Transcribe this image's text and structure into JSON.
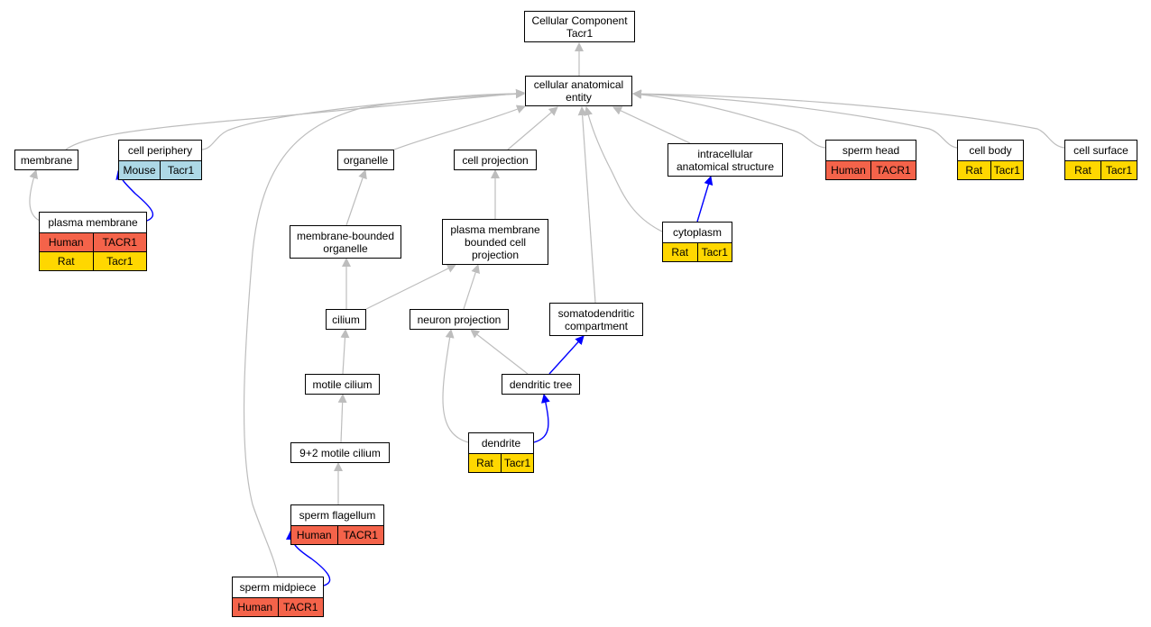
{
  "colors": {
    "human": "#f4634a",
    "rat": "#ffd700",
    "mouse": "#add8e6",
    "edge_gray": "#bdbdbd",
    "edge_blue": "#0000ff"
  },
  "nodes": {
    "root": {
      "label": "Cellular Component\nTacr1"
    },
    "cae": {
      "label": "cellular anatomical\nentity"
    },
    "membrane": {
      "label": "membrane"
    },
    "cell_periphery": {
      "label": "cell periphery",
      "rows": [
        {
          "species": "Mouse",
          "gene": "Tacr1",
          "color": "mouse"
        }
      ]
    },
    "organelle": {
      "label": "organelle"
    },
    "cell_projection": {
      "label": "cell projection"
    },
    "intracellular": {
      "label": "intracellular\nanatomical structure"
    },
    "sperm_head": {
      "label": "sperm head",
      "rows": [
        {
          "species": "Human",
          "gene": "TACR1",
          "color": "human"
        }
      ]
    },
    "cell_body": {
      "label": "cell body",
      "rows": [
        {
          "species": "Rat",
          "gene": "Tacr1",
          "color": "rat"
        }
      ]
    },
    "cell_surface": {
      "label": "cell surface",
      "rows": [
        {
          "species": "Rat",
          "gene": "Tacr1",
          "color": "rat"
        }
      ]
    },
    "plasma_membrane": {
      "label": "plasma membrane",
      "rows": [
        {
          "species": "Human",
          "gene": "TACR1",
          "color": "human"
        },
        {
          "species": "Rat",
          "gene": "Tacr1",
          "color": "rat"
        }
      ]
    },
    "membrane_bounded_organelle": {
      "label": "membrane-bounded\norganelle"
    },
    "pm_bounded_cell_projection": {
      "label": "plasma membrane\nbounded cell\nprojection"
    },
    "cytoplasm": {
      "label": "cytoplasm",
      "rows": [
        {
          "species": "Rat",
          "gene": "Tacr1",
          "color": "rat"
        }
      ]
    },
    "cilium": {
      "label": "cilium"
    },
    "neuron_projection": {
      "label": "neuron projection"
    },
    "somatodendritic": {
      "label": "somatodendritic\ncompartment"
    },
    "motile_cilium": {
      "label": "motile cilium"
    },
    "dendritic_tree": {
      "label": "dendritic tree"
    },
    "nine_two_motile_cilium": {
      "label": "9+2 motile cilium"
    },
    "dendrite": {
      "label": "dendrite",
      "rows": [
        {
          "species": "Rat",
          "gene": "Tacr1",
          "color": "rat"
        }
      ]
    },
    "sperm_flagellum": {
      "label": "sperm flagellum",
      "rows": [
        {
          "species": "Human",
          "gene": "TACR1",
          "color": "human"
        }
      ]
    },
    "sperm_midpiece": {
      "label": "sperm midpiece",
      "rows": [
        {
          "species": "Human",
          "gene": "TACR1",
          "color": "human"
        }
      ]
    }
  },
  "edges": [
    {
      "from": "cae",
      "to": "root",
      "kind": "is_a"
    },
    {
      "from": "membrane",
      "to": "cae",
      "kind": "is_a"
    },
    {
      "from": "cell_periphery",
      "to": "cae",
      "kind": "is_a"
    },
    {
      "from": "organelle",
      "to": "cae",
      "kind": "is_a"
    },
    {
      "from": "cell_projection",
      "to": "cae",
      "kind": "is_a"
    },
    {
      "from": "intracellular",
      "to": "cae",
      "kind": "is_a"
    },
    {
      "from": "sperm_head",
      "to": "cae",
      "kind": "is_a"
    },
    {
      "from": "cell_body",
      "to": "cae",
      "kind": "is_a"
    },
    {
      "from": "cell_surface",
      "to": "cae",
      "kind": "is_a"
    },
    {
      "from": "cytoplasm",
      "to": "cae",
      "kind": "is_a"
    },
    {
      "from": "somatodendritic",
      "to": "cae",
      "kind": "is_a"
    },
    {
      "from": "sperm_midpiece",
      "to": "cae",
      "kind": "is_a"
    },
    {
      "from": "plasma_membrane",
      "to": "membrane",
      "kind": "is_a"
    },
    {
      "from": "plasma_membrane",
      "to": "cell_periphery",
      "kind": "part_of"
    },
    {
      "from": "membrane_bounded_organelle",
      "to": "organelle",
      "kind": "is_a"
    },
    {
      "from": "pm_bounded_cell_projection",
      "to": "cell_projection",
      "kind": "is_a"
    },
    {
      "from": "cytoplasm",
      "to": "intracellular",
      "kind": "part_of"
    },
    {
      "from": "cilium",
      "to": "membrane_bounded_organelle",
      "kind": "is_a"
    },
    {
      "from": "cilium",
      "to": "pm_bounded_cell_projection",
      "kind": "is_a"
    },
    {
      "from": "neuron_projection",
      "to": "pm_bounded_cell_projection",
      "kind": "is_a"
    },
    {
      "from": "motile_cilium",
      "to": "cilium",
      "kind": "is_a"
    },
    {
      "from": "dendritic_tree",
      "to": "neuron_projection",
      "kind": "is_a"
    },
    {
      "from": "dendritic_tree",
      "to": "somatodendritic",
      "kind": "part_of"
    },
    {
      "from": "nine_two_motile_cilium",
      "to": "motile_cilium",
      "kind": "is_a"
    },
    {
      "from": "dendrite",
      "to": "neuron_projection",
      "kind": "is_a"
    },
    {
      "from": "dendrite",
      "to": "dendritic_tree",
      "kind": "part_of"
    },
    {
      "from": "sperm_flagellum",
      "to": "nine_two_motile_cilium",
      "kind": "is_a"
    },
    {
      "from": "sperm_midpiece",
      "to": "sperm_flagellum",
      "kind": "part_of"
    }
  ]
}
